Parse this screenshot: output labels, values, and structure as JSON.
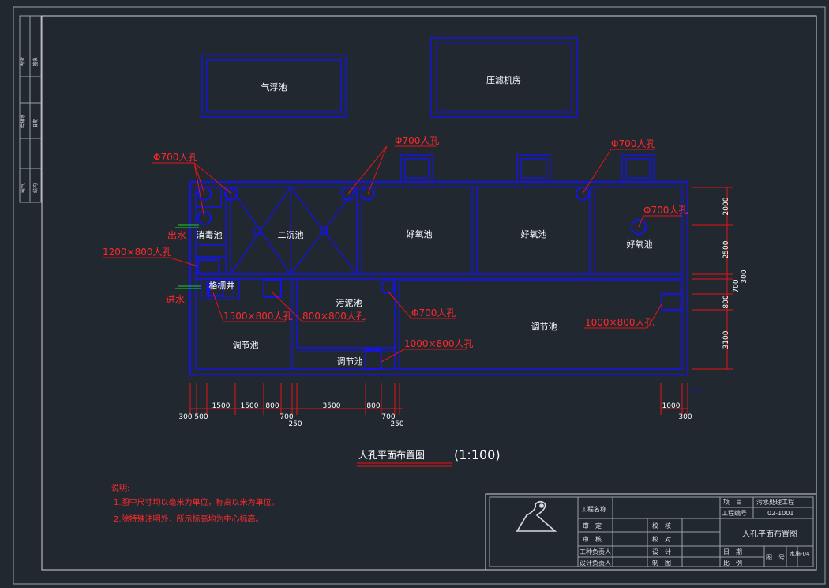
{
  "rooms": {
    "flotation": "气浮池",
    "press_room": "压滤机房",
    "disinfection": "消毒池",
    "secondary_settling": "二沉池",
    "aerobic1": "好氧池",
    "aerobic2": "好氧池",
    "aerobic3": "好氧池",
    "grid_well": "格栅井",
    "sludge": "污泥池",
    "regulating_left": "调节池",
    "regulating_mid": "调节池",
    "regulating_right": "调节池"
  },
  "labels": {
    "manhole_700_a": "Φ700人孔",
    "manhole_700_b": "Φ700人孔",
    "manhole_700_c": "Φ700人孔",
    "manhole_700_d": "Φ700人孔",
    "manhole_700_e": "Φ700人孔",
    "outlet": "出水",
    "inlet": "进水",
    "m1200x800": "1200×800人孔",
    "m1500x800": "1500×800人孔",
    "m800x800": "800×800人孔",
    "m1000x800_a": "1000×800人孔",
    "m1000x800_b": "1000×800人孔"
  },
  "dimensions": {
    "bottom_row1": [
      "1500",
      "1500",
      "800",
      "3500",
      "800",
      "1000"
    ],
    "bottom_row2": [
      "300",
      "500",
      "700",
      "700",
      "300"
    ],
    "bottom_row3": [
      "250",
      "250"
    ],
    "right": [
      "2000",
      "2500",
      "300",
      "700",
      "800",
      "3100"
    ]
  },
  "title": {
    "main": "人孔平面布置图",
    "scale": "(1:100)"
  },
  "notes": {
    "heading": "说明:",
    "line1": "1.图中尺寸均以毫米为单位，标高以米为单位。",
    "line2": "2.除特殊注明外，所示标高均为中心标高。"
  },
  "side_strip": {
    "a1": "专业",
    "a2": "签名",
    "b1": "给排水",
    "b2": "日期",
    "c1": "电气",
    "c2": "结构"
  },
  "title_block": {
    "company_label": "工程名称",
    "project_label": "项　目",
    "project_value": "污水处理工程",
    "number_label": "工程编号",
    "number_value": "02-1001",
    "drawing_title": "人孔平面布置图",
    "approve": "审　定",
    "review": "审　核",
    "lead": "工种负责人",
    "designer": "设计负责人",
    "proof": "校　核",
    "check": "校　对",
    "design": "设　计",
    "draw": "制　图",
    "date_label": "日　期",
    "scale_label": "比　例",
    "sheet_label": "图　号",
    "sheet_value": "水施-04"
  }
}
